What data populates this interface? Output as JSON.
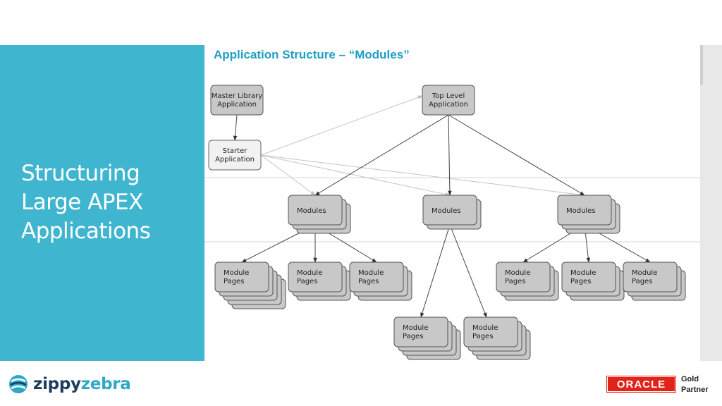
{
  "slide": {
    "title_lines": [
      "Structuring",
      "Large APEX",
      "Applications"
    ],
    "diagram_title": "Application Structure – “Modules”"
  },
  "diagram": {
    "nodes": [
      {
        "id": "master",
        "lines": [
          "Master Library",
          "Application"
        ],
        "style": "dark",
        "stack": 0
      },
      {
        "id": "top",
        "lines": [
          "Top Level",
          "Application"
        ],
        "style": "dark",
        "stack": 0
      },
      {
        "id": "starter",
        "lines": [
          "Starter",
          "Application"
        ],
        "style": "light",
        "stack": 0
      },
      {
        "id": "mod1",
        "lines": [
          "Modules"
        ],
        "style": "dark",
        "stack": 2
      },
      {
        "id": "mod2",
        "lines": [
          "Modules"
        ],
        "style": "dark",
        "stack": 1
      },
      {
        "id": "mod3",
        "lines": [
          "Modules"
        ],
        "style": "dark",
        "stack": 2
      },
      {
        "id": "p1",
        "lines": [
          "Module",
          "Pages"
        ],
        "style": "dark",
        "stack": 4
      },
      {
        "id": "p2",
        "lines": [
          "Module",
          "Pages"
        ],
        "style": "dark",
        "stack": 2
      },
      {
        "id": "p3",
        "lines": [
          "Module",
          "Pages"
        ],
        "style": "dark",
        "stack": 2
      },
      {
        "id": "p4",
        "lines": [
          "Module",
          "Pages"
        ],
        "style": "dark",
        "stack": 3
      },
      {
        "id": "p5",
        "lines": [
          "Module",
          "Pages"
        ],
        "style": "dark",
        "stack": 3
      },
      {
        "id": "p6",
        "lines": [
          "Module",
          "Pages"
        ],
        "style": "dark",
        "stack": 2
      },
      {
        "id": "p7",
        "lines": [
          "Module",
          "Pages"
        ],
        "style": "dark",
        "stack": 2
      },
      {
        "id": "p8",
        "lines": [
          "Module",
          "Pages"
        ],
        "style": "dark",
        "stack": 2
      },
      {
        "id": "p9",
        "lines": [
          "Module",
          "Pages"
        ],
        "style": "dark",
        "stack": 2
      }
    ],
    "edges": [
      {
        "from": "master",
        "to": "starter",
        "style": "dark"
      },
      {
        "from": "starter",
        "to": "top",
        "style": "light"
      },
      {
        "from": "starter",
        "to": "mod1",
        "style": "light"
      },
      {
        "from": "starter",
        "to": "mod2",
        "style": "light"
      },
      {
        "from": "starter",
        "to": "mod3",
        "style": "light"
      },
      {
        "from": "top",
        "to": "mod1",
        "style": "dark"
      },
      {
        "from": "top",
        "to": "mod2",
        "style": "dark"
      },
      {
        "from": "top",
        "to": "mod3",
        "style": "dark"
      },
      {
        "from": "mod1",
        "to": "p1",
        "style": "dark"
      },
      {
        "from": "mod1",
        "to": "p2",
        "style": "dark"
      },
      {
        "from": "mod1",
        "to": "p3",
        "style": "dark"
      },
      {
        "from": "mod2",
        "to": "p4",
        "style": "dark"
      },
      {
        "from": "mod2",
        "to": "p5",
        "style": "dark"
      },
      {
        "from": "mod3",
        "to": "p6",
        "style": "dark"
      },
      {
        "from": "mod3",
        "to": "p7",
        "style": "dark"
      },
      {
        "from": "mod3",
        "to": "p8",
        "style": "dark"
      }
    ]
  },
  "footer": {
    "logo_word1": "zippy",
    "logo_word2": "zebra",
    "oracle_label": "ORACLE",
    "partner_line1": "Gold",
    "partner_line2": "Partner"
  },
  "colors": {
    "panel": "#3fb5cf",
    "title_accent": "#1f9ec3",
    "oracle_red": "#e2231a"
  }
}
